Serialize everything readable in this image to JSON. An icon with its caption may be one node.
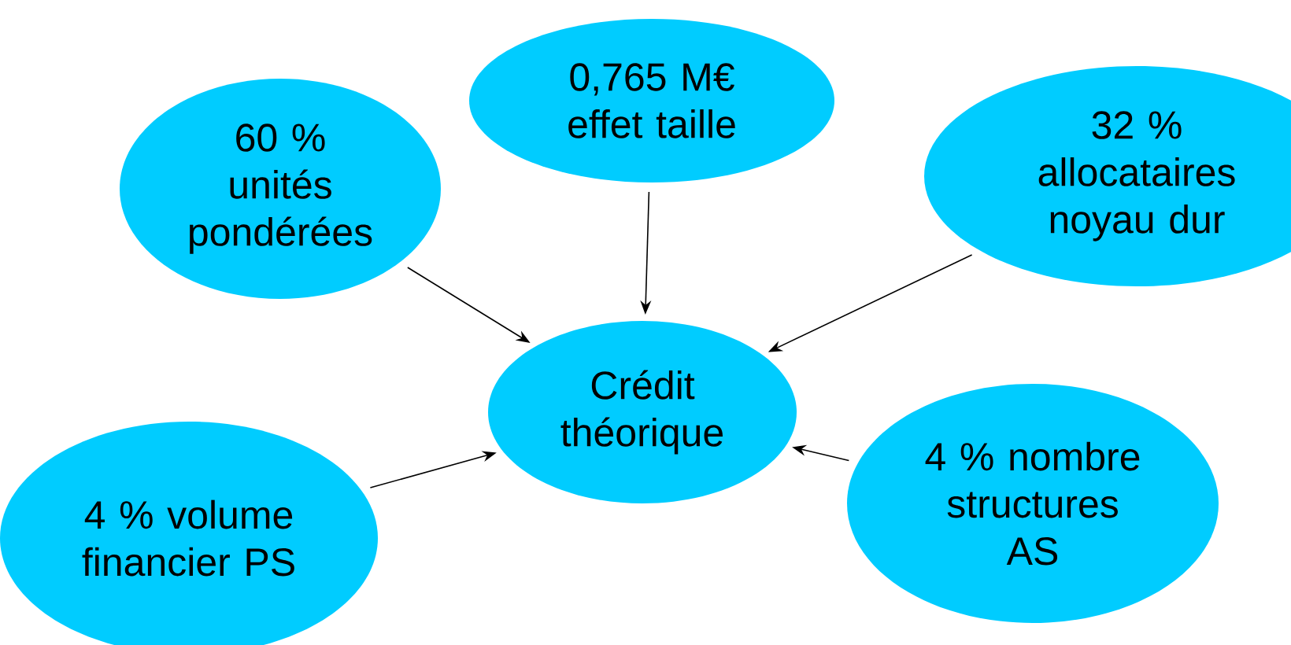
{
  "diagram": {
    "nodes": [
      {
        "text": [
          "60 % unités pondérées"
        ]
      },
      {
        "text": [
          "0,765 M€ effet taille"
        ]
      },
      {
        "text": [
          "32 % allocataires noyau dur"
        ]
      },
      {
        "text": [
          "Crédit théorique"
        ]
      },
      {
        "text": [
          "4 % volume financier PS"
        ]
      },
      {
        "text": [
          "4 % nombre structures AS"
        ]
      }
    ],
    "edges": [
      {
        "from": 0,
        "to": 3,
        "arrow": "to"
      },
      {
        "from": 1,
        "to": 3,
        "arrow": "to"
      },
      {
        "from": 2,
        "to": 3,
        "arrow": "to"
      },
      {
        "from": 4,
        "to": 3,
        "arrow": "to"
      },
      {
        "from": 5,
        "to": 3,
        "arrow": "to"
      }
    ]
  }
}
